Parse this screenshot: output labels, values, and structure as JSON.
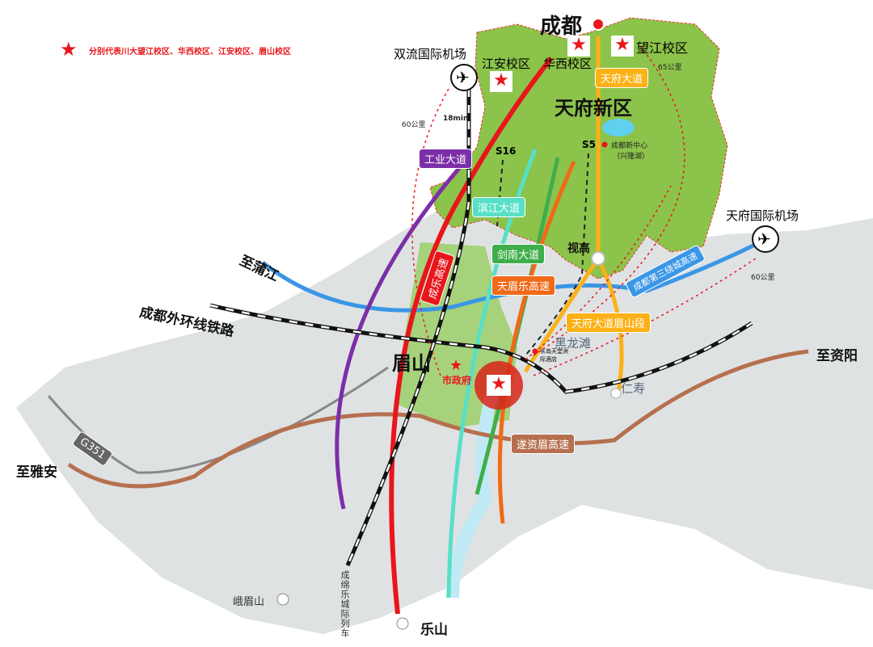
{
  "legend": {
    "text": "分别代表川大望江校区、华西校区、江安校区、眉山校区",
    "icon": "red-star-icon"
  },
  "cities": {
    "chengdu": "成都",
    "meishan": "眉山",
    "leshan": "乐山",
    "emeishan": "峨眉山",
    "renshou": "仁寿",
    "shigao": "视高",
    "heilongtan": "黑龙滩"
  },
  "campuses": {
    "wangjiang": "望江校区",
    "huaxi": "华西校区",
    "jiangan": "江安校区",
    "government": "市政府"
  },
  "district": "天府新区",
  "airports": {
    "shuangliu": "双流国际机场",
    "tianfu": "天府国际机场"
  },
  "distances": {
    "shuangliu": "60公里",
    "shuangliu_time": "18min",
    "wangjiang": "65公里",
    "tianfu": "60公里"
  },
  "roads": {
    "gongye": "工业大道",
    "binjiang": "滨江大道",
    "chengle": "成乐高速",
    "jiannan": "剑南大道",
    "tianmeile": "天眉乐高速",
    "tianfu": "天府大道",
    "tianfu_meishan": "天府大道眉山段",
    "ring3": "成都第三绕城高速",
    "suizimei": "遂资眉高速",
    "g351": "G351",
    "s16": "S16",
    "s5": "S5"
  },
  "directions": {
    "pujiang": "至蒲江",
    "ziyang": "至资阳",
    "yaan": "至雅安"
  },
  "railways": {
    "outer": "成都外环线铁路",
    "intercity": "成绵乐城际列车"
  },
  "pois": {
    "new_center": "成都新中心",
    "new_center_sub": "（兴隆湖）",
    "hotel": "长岛天堂洲际酒店"
  }
}
